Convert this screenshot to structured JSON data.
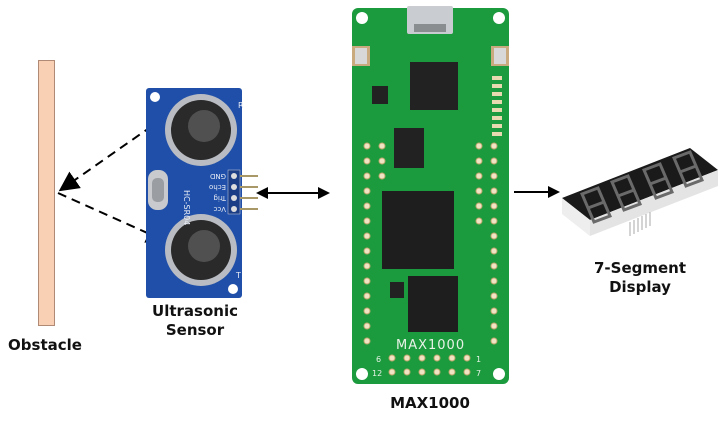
{
  "diagram": {
    "type": "block-diagram",
    "topic": "Ultrasonic distance measurement system",
    "colors": {
      "obstacle_fill": "#f9d0b3",
      "sensor_pcb": "#1f4fa8",
      "fpga_pcb": "#1c9a3e",
      "display_body": "#1a1a1a",
      "arrow": "#000000"
    },
    "nodes": [
      {
        "id": "obstacle",
        "label": "Obstacle"
      },
      {
        "id": "sensor",
        "label_line1": "Ultrasonic",
        "label_line2": "Sensor",
        "model": "HC-SR04",
        "pins": [
          "GND",
          "Echo",
          "Trig",
          "Vcc"
        ],
        "transducers": [
          "R",
          "T"
        ]
      },
      {
        "id": "fpga",
        "label": "MAX1000",
        "silkscreen": "MAX1000",
        "pin_numbers": [
          "6",
          "1",
          "12",
          "7"
        ]
      },
      {
        "id": "display",
        "label_line1": "7-Segment",
        "label_line2": "Display",
        "digits": 4
      }
    ],
    "edges": [
      {
        "from": "sensor",
        "to": "obstacle",
        "style": "dashed",
        "meaning": "transmitted wave"
      },
      {
        "from": "obstacle",
        "to": "sensor",
        "style": "dashed",
        "meaning": "reflected wave"
      },
      {
        "from": "sensor",
        "to": "fpga",
        "style": "solid",
        "direction": "bidirectional"
      },
      {
        "from": "fpga",
        "to": "display",
        "style": "solid",
        "direction": "forward"
      }
    ]
  },
  "labels": {
    "obstacle": "Obstacle",
    "sensor_1": "Ultrasonic",
    "sensor_2": "Sensor",
    "fpga": "MAX1000",
    "display_1": "7-Segment",
    "display_2": "Display",
    "sensor_model": "HC-SR04",
    "pin_gnd": "GND",
    "pin_echo": "Echo",
    "pin_trig": "Trig",
    "pin_vcc": "Vcc",
    "tx_r": "R",
    "tx_t": "T",
    "board_silk": "MAX1000",
    "pin6": "6",
    "pin1": "1",
    "pin12": "12",
    "pin7": "7"
  }
}
